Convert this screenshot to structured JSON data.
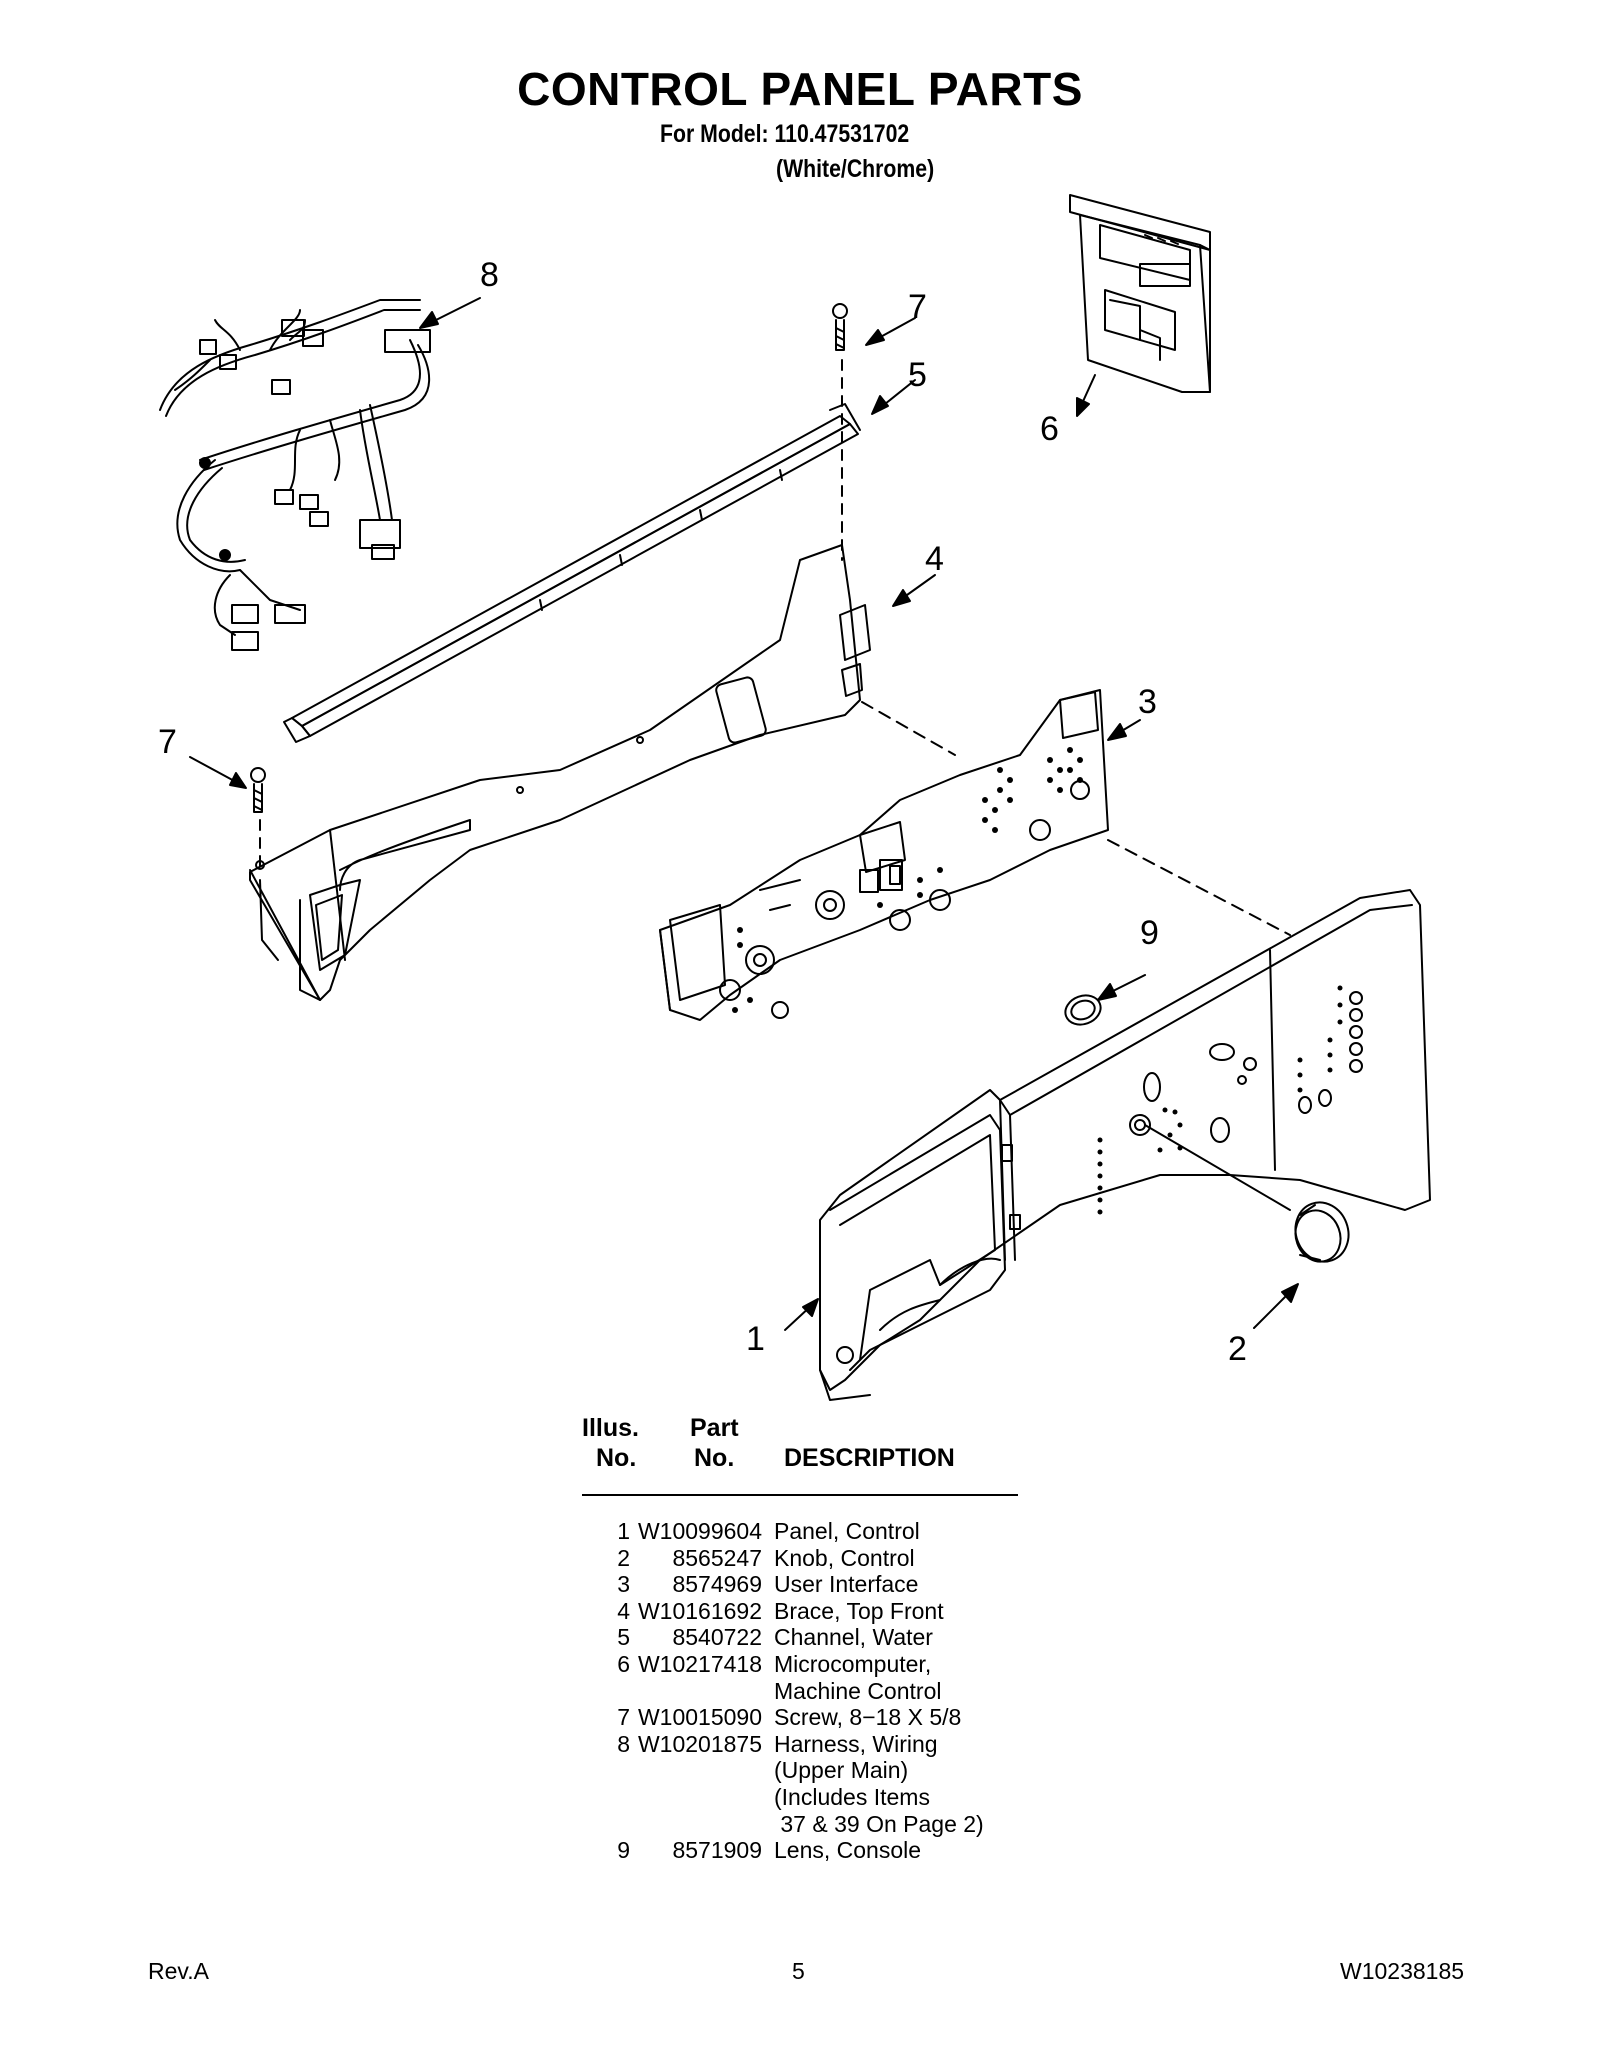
{
  "page": {
    "title": "CONTROL PANEL PARTS",
    "model_line": "For Model: 110.47531702",
    "color_line": "(White/Chrome)"
  },
  "diagram": {
    "callouts": [
      "1",
      "2",
      "3",
      "4",
      "5",
      "6",
      "7",
      "7",
      "8",
      "9"
    ]
  },
  "table": {
    "headers": {
      "illus_line1": "Illus.",
      "illus_line2": "No.",
      "part_line1": "Part",
      "part_line2": "No.",
      "description": "DESCRIPTION"
    },
    "rows": [
      {
        "no": "1",
        "part": "W10099604",
        "desc": [
          "Panel, Control"
        ]
      },
      {
        "no": "2",
        "part": "8565247",
        "desc": [
          "Knob, Control"
        ]
      },
      {
        "no": "3",
        "part": "8574969",
        "desc": [
          "User Interface"
        ]
      },
      {
        "no": "4",
        "part": "W10161692",
        "desc": [
          "Brace, Top Front"
        ]
      },
      {
        "no": "5",
        "part": "8540722",
        "desc": [
          "Channel, Water"
        ]
      },
      {
        "no": "6",
        "part": "W10217418",
        "desc": [
          "Microcomputer,",
          "Machine Control"
        ]
      },
      {
        "no": "7",
        "part": "W10015090",
        "desc": [
          "Screw, 8−18 X 5/8"
        ]
      },
      {
        "no": "8",
        "part": "W10201875",
        "desc": [
          "Harness, Wiring",
          "(Upper Main)",
          "(Includes Items",
          " 37 & 39 On Page 2)"
        ]
      },
      {
        "no": "9",
        "part": "8571909",
        "desc": [
          "Lens, Console"
        ]
      }
    ]
  },
  "footer": {
    "left": "Rev.A",
    "center": "5",
    "right": "W10238185"
  }
}
